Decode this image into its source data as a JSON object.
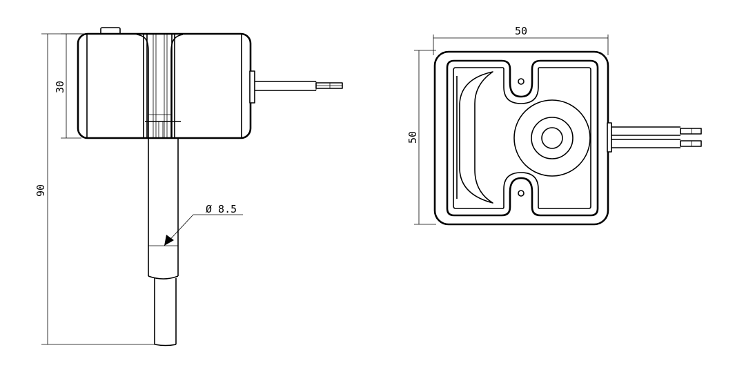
{
  "drawing": {
    "side_view": {
      "dim_height_total": "90",
      "dim_height_body": "30",
      "dim_diameter": "Ø 8.5"
    },
    "front_view": {
      "dim_width": "50",
      "dim_height": "50"
    }
  },
  "colors": {
    "line": "#000000",
    "background": "#ffffff"
  }
}
